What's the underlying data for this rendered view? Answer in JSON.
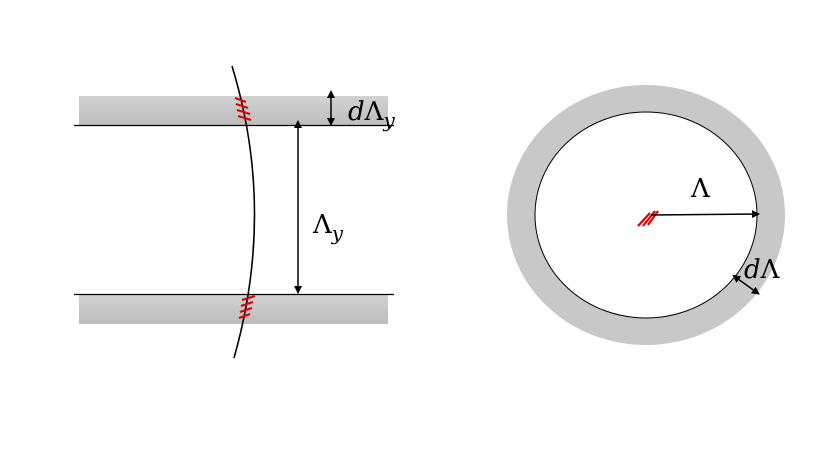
{
  "labels": {
    "d_lambda_y": {
      "prefix": "d",
      "symbol": "Λ",
      "subscript": "y"
    },
    "lambda_y": {
      "symbol": "Λ",
      "subscript": "y"
    },
    "lambda": "Λ",
    "d_lambda": {
      "prefix": "d",
      "symbol": "Λ"
    }
  },
  "colors": {
    "band_fill": "#c8c8c8",
    "band_shade": "#b8b8b8",
    "stroke": "#000000",
    "hatch": "#e00000",
    "background": "#ffffff"
  }
}
